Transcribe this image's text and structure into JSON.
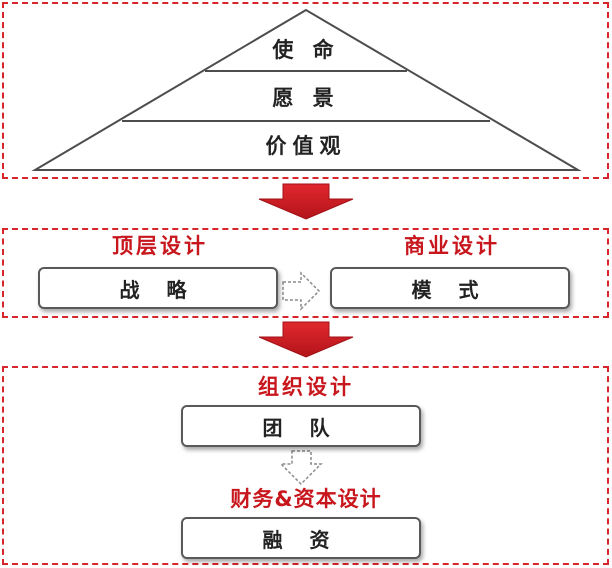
{
  "pyramid": {
    "layers": [
      "使 命",
      "愿 景",
      "价值观"
    ]
  },
  "strategy": {
    "left_label": "顶层设计",
    "left_box": "战 略",
    "right_label": "商业设计",
    "right_box": "模 式"
  },
  "organization": {
    "label": "组织设计",
    "box": "团 队",
    "finance_label": "财务&资本设计",
    "finance_box": "融 资"
  },
  "colors": {
    "accent_red": "#c8161d",
    "border_gray": "#595959"
  }
}
